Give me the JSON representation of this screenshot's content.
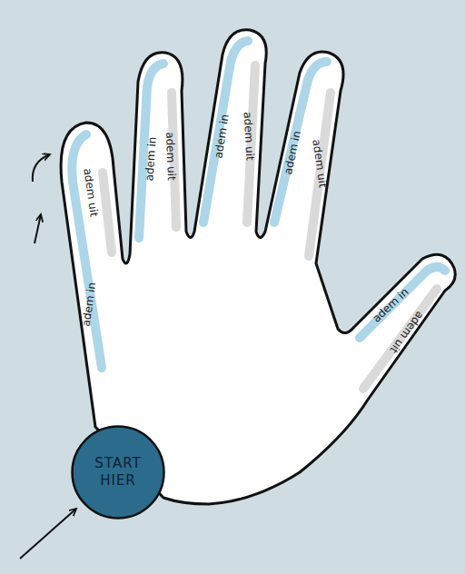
{
  "diagram": {
    "nodes": [
      {
        "text": [
          "START HIER"
        ]
      }
    ],
    "labels": [
      "adem in",
      "adem uit",
      "adem in",
      "adem uit",
      "adem in",
      "adem uit",
      "adem in",
      "adem uit",
      "adem in",
      "adem uit"
    ]
  }
}
